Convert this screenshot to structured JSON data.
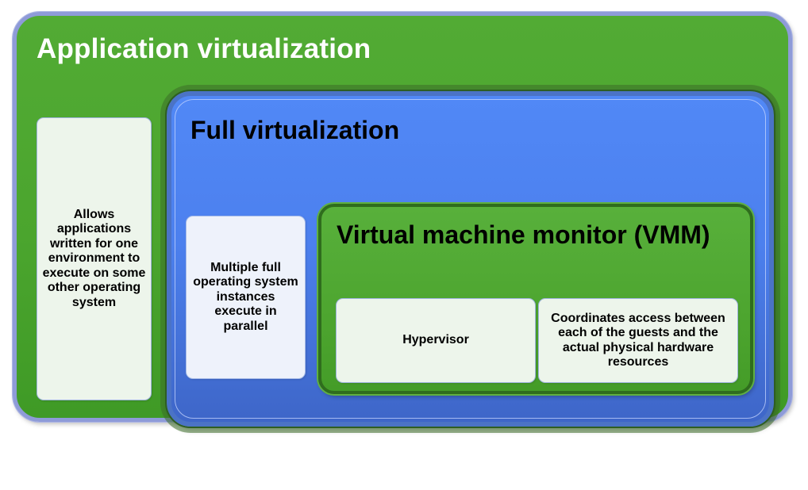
{
  "diagram": {
    "application_virtualization": {
      "title": "Application virtualization",
      "description": "Allows applications written for one environment to execute on some other operating system"
    },
    "full_virtualization": {
      "title": "Full virtualization",
      "description": "Multiple full operating system instances execute in parallel"
    },
    "vmm": {
      "title": "Virtual machine monitor (VMM)",
      "hypervisor_label": "Hypervisor",
      "description": "Coordinates access between each of the guests and the actual physical hardware resources"
    }
  },
  "colors": {
    "green_container": "#4ba52e",
    "blue_container": "#4c80ee",
    "note_background": "#edf5eb",
    "title_white": "#ffffff",
    "title_black": "#000000"
  }
}
